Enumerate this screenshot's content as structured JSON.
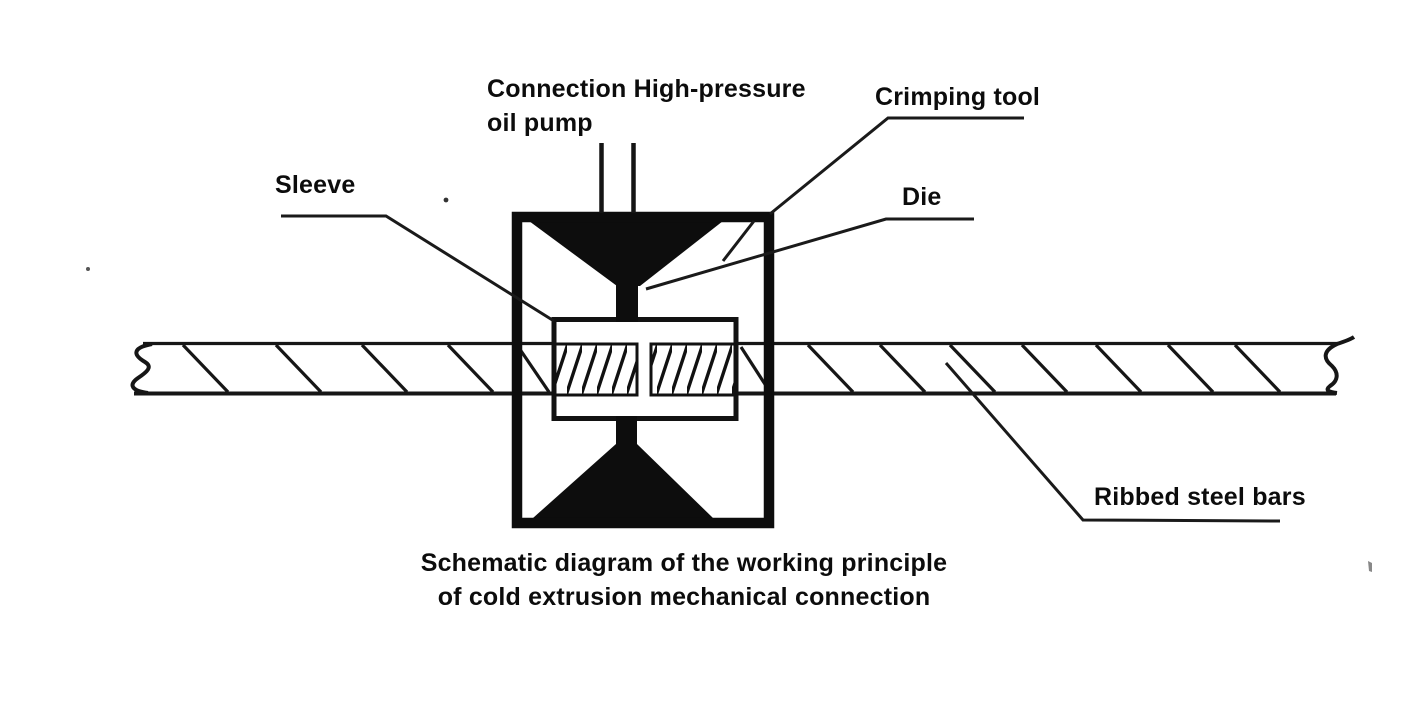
{
  "figure": {
    "labels": {
      "oil_pump": "Connection High-pressure\noil pump",
      "crimping_tool": "Crimping tool",
      "sleeve": "Sleeve",
      "die": "Die",
      "ribbed_steel_bars": "Ribbed steel bars"
    },
    "caption": "Schematic diagram of the working principle\nof cold extrusion mechanical connection",
    "colors": {
      "ink": "#111111",
      "background": "#ffffff"
    }
  }
}
